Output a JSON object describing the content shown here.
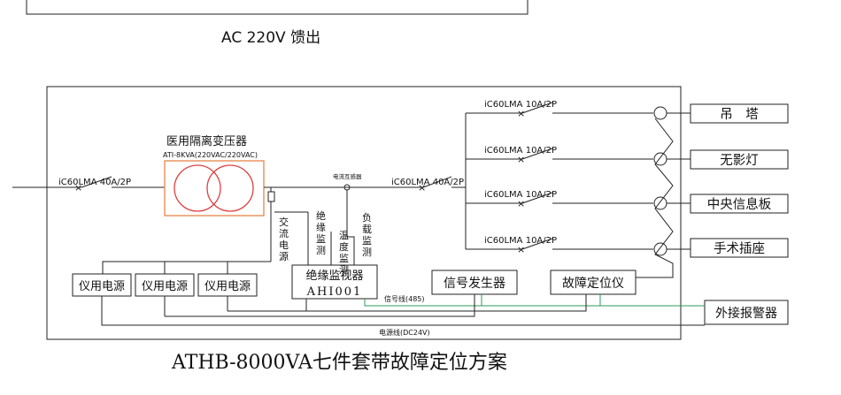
{
  "header": {
    "feed_label": "AC 220V 馈出"
  },
  "main_breaker": {
    "label": "iC60LMA 40A/2P"
  },
  "transformer": {
    "title": "医用隔离变压器",
    "model": "ATI-8KVA(220VAC/220VAC)"
  },
  "current_transformer": {
    "label": "电流互感器"
  },
  "second_breaker": {
    "label": "iC60LMA 40A/2P"
  },
  "branches": [
    {
      "breaker": "iC60LMA 10A/2P",
      "load": "吊　塔"
    },
    {
      "breaker": "iC60LMA 10A/2P",
      "load": "无影灯"
    },
    {
      "breaker": "iC60LMA 10A/2P",
      "load": "中央信息板"
    },
    {
      "breaker": "iC60LMA 10A/2P",
      "load": "手术插座"
    }
  ],
  "vertical_labels": {
    "ac_power": "交流电源",
    "insulation": "绝缘监测",
    "temperature": "温度监测",
    "load": "负载监测"
  },
  "power_modules": [
    "仪用电源",
    "仪用电源",
    "仪用电源"
  ],
  "monitor": {
    "title": "绝缘监视器",
    "model": "AHI001"
  },
  "signal_generator": {
    "label": "信号发生器"
  },
  "fault_locator": {
    "label": "故障定位仪"
  },
  "external_alarm": {
    "label": "外接报警器"
  },
  "signal_line": {
    "label": "信号线(485)"
  },
  "power_line": {
    "label": "电源线(DC24V)"
  },
  "caption": {
    "text": "ATHB-8000VA七件套带故障定位方案"
  },
  "colors": {
    "transformer_border": "#e8864a",
    "transformer_coil": "#e04040",
    "signal_line": "#2e9a5a"
  }
}
